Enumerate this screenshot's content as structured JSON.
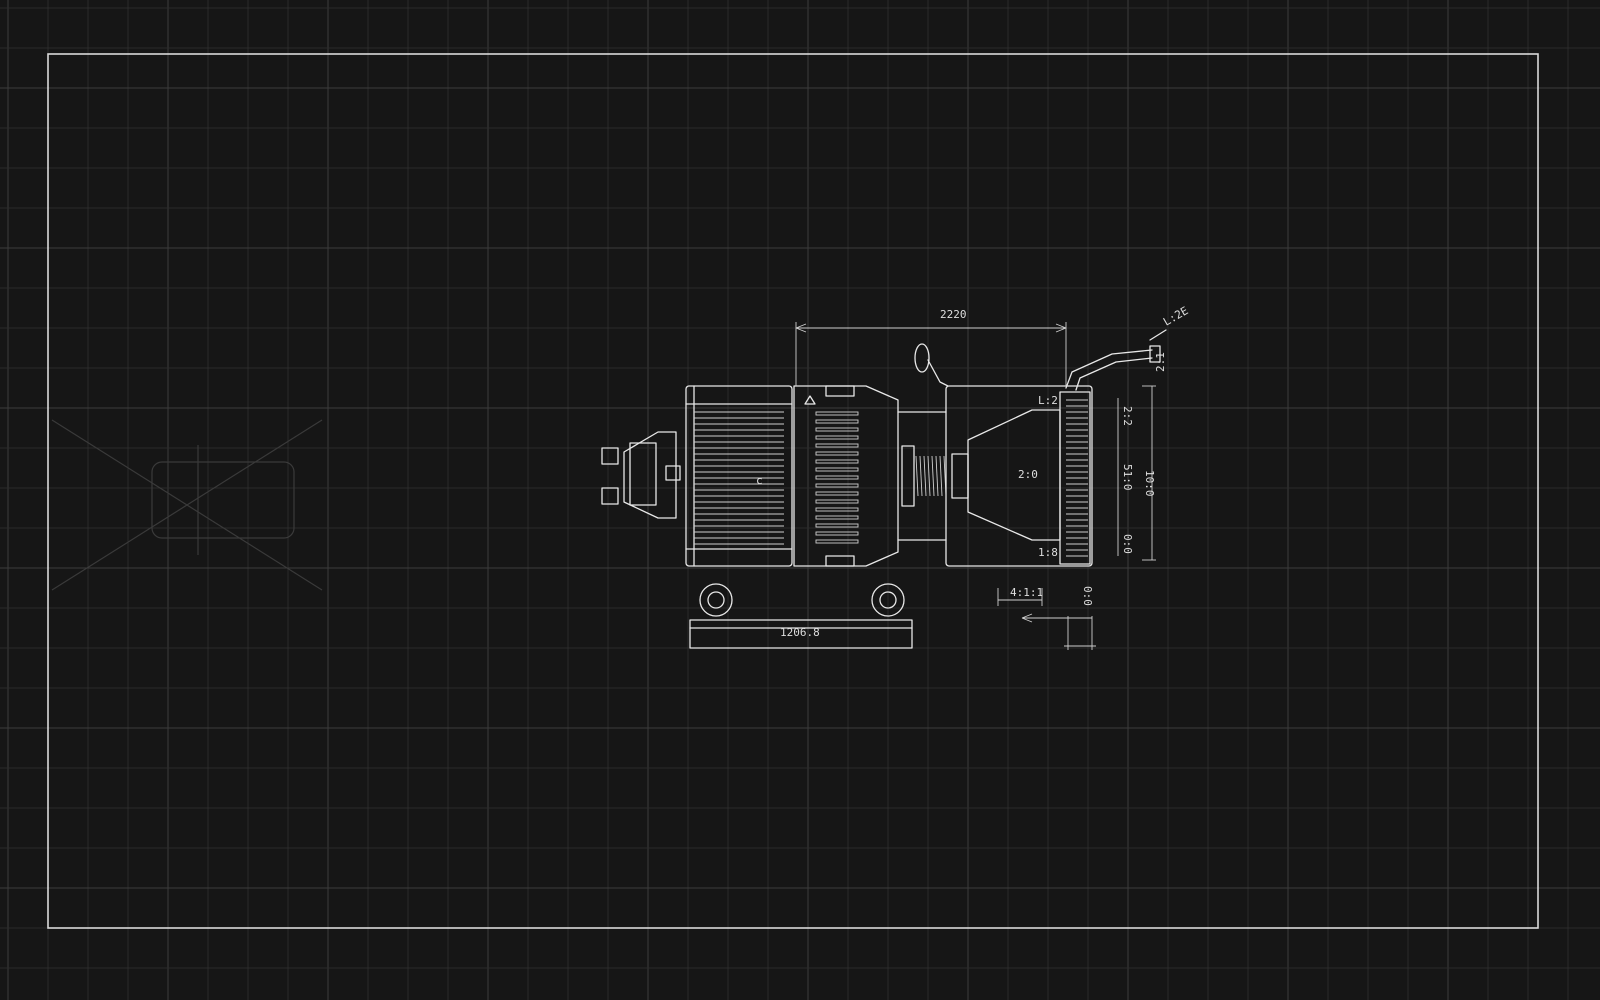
{
  "colors": {
    "background": "#161616",
    "grid_minor": "#2b2b2b",
    "grid_major": "#3c3c3c",
    "linework": "#e8e8e8"
  },
  "drawing": {
    "subject": "motor-pump-assembly",
    "labels": {
      "top_dimension": "2220",
      "base_dimension": "1206.8",
      "lower_dimension": "4:1:1",
      "height_dimension_a": "10:0",
      "height_dimension_b": "51:0",
      "side_note_a": "2:2",
      "side_note_b": "0:0",
      "corner_note": "L:2",
      "corner_note_bottom": "1:8",
      "pipe_note_a": "L:2E",
      "pipe_note_b": "2:1",
      "small_note": "2:0",
      "center_mark": "c",
      "small_dim": "0:0"
    }
  }
}
